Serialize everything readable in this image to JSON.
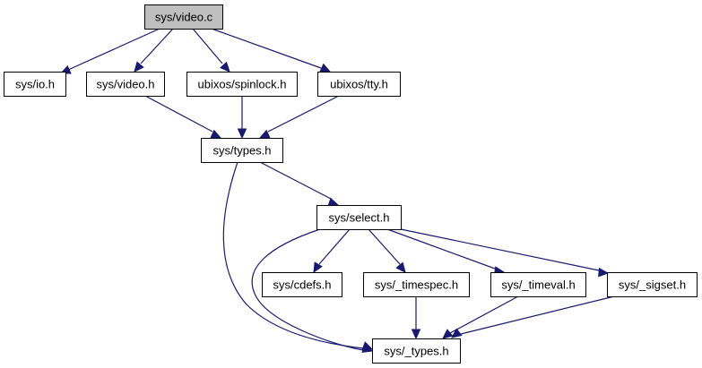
{
  "graph": {
    "title": "Include dependency graph for sys/video.c",
    "colors": {
      "edge": "#191970",
      "node_border": "#000000",
      "node_fill": "#ffffff",
      "root_fill": "#bfbfbf"
    },
    "nodes": [
      {
        "id": "video_c",
        "label": "sys/video.c",
        "root": true
      },
      {
        "id": "io_h",
        "label": "sys/io.h"
      },
      {
        "id": "video_h",
        "label": "sys/video.h"
      },
      {
        "id": "spinlock_h",
        "label": "ubixos/spinlock.h"
      },
      {
        "id": "tty_h",
        "label": "ubixos/tty.h"
      },
      {
        "id": "types_h",
        "label": "sys/types.h"
      },
      {
        "id": "select_h",
        "label": "sys/select.h"
      },
      {
        "id": "cdefs_h",
        "label": "sys/cdefs.h"
      },
      {
        "id": "timespec_h",
        "label": "sys/_timespec.h"
      },
      {
        "id": "timeval_h",
        "label": "sys/_timeval.h"
      },
      {
        "id": "sigset_h",
        "label": "sys/_sigset.h"
      },
      {
        "id": "_types_h",
        "label": "sys/_types.h"
      }
    ],
    "edges": [
      {
        "from": "video_c",
        "to": "io_h"
      },
      {
        "from": "video_c",
        "to": "video_h"
      },
      {
        "from": "video_c",
        "to": "spinlock_h"
      },
      {
        "from": "video_c",
        "to": "tty_h"
      },
      {
        "from": "video_h",
        "to": "types_h"
      },
      {
        "from": "spinlock_h",
        "to": "types_h"
      },
      {
        "from": "tty_h",
        "to": "types_h"
      },
      {
        "from": "types_h",
        "to": "_types_h"
      },
      {
        "from": "types_h",
        "to": "select_h"
      },
      {
        "from": "select_h",
        "to": "_types_h"
      },
      {
        "from": "select_h",
        "to": "cdefs_h"
      },
      {
        "from": "select_h",
        "to": "timespec_h"
      },
      {
        "from": "select_h",
        "to": "timeval_h"
      },
      {
        "from": "select_h",
        "to": "sigset_h"
      },
      {
        "from": "timespec_h",
        "to": "_types_h"
      },
      {
        "from": "timeval_h",
        "to": "_types_h"
      },
      {
        "from": "sigset_h",
        "to": "_types_h"
      }
    ]
  }
}
